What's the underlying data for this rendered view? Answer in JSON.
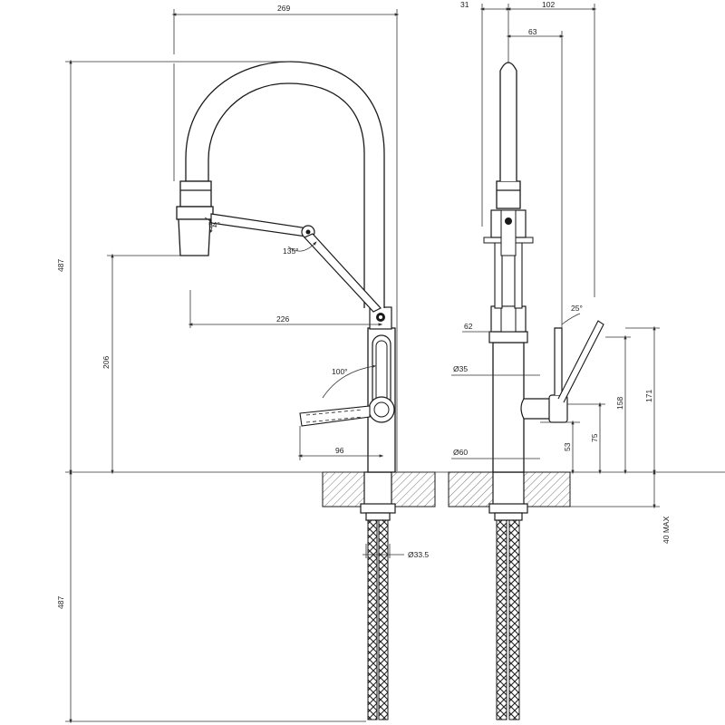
{
  "dimensions": {
    "d269": "269",
    "d31": "31",
    "d102": "102",
    "d63": "63",
    "d487_upper": "487",
    "d487_lower": "487",
    "d206": "206",
    "d226": "226",
    "d96": "96",
    "d54deg": "54°",
    "d135deg": "135°",
    "d100deg": "100°",
    "d62": "62",
    "d35": "Ø35",
    "d25deg": "25°",
    "d60": "Ø60",
    "d53": "53",
    "d75": "75",
    "d158": "158",
    "d171": "171",
    "d40max": "40 MAX",
    "d33_5": "Ø33.5"
  }
}
